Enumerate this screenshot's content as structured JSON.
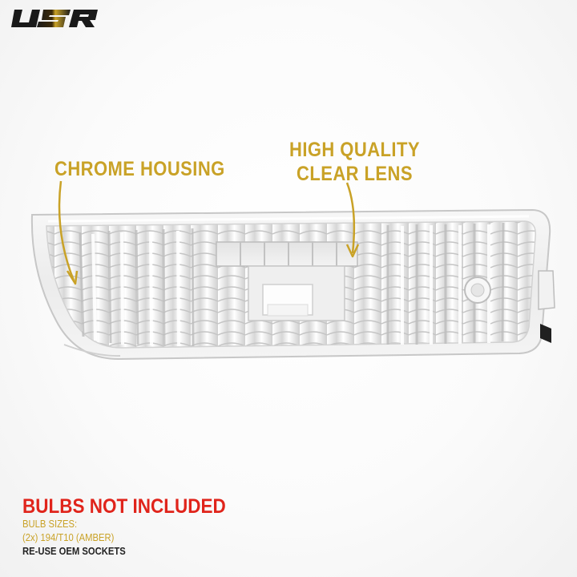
{
  "brand": {
    "logo_text": "USR"
  },
  "colors": {
    "gold": "#c9a227",
    "red": "#e0241b",
    "dark": "#1a1a1a"
  },
  "callouts": {
    "chrome_housing": "CHROME HOUSING",
    "lens_line1": "HIGH QUALITY",
    "lens_line2": "CLEAR LENS"
  },
  "notes": {
    "title": "BULBS NOT INCLUDED",
    "label": "BULB SIZES:",
    "bulb": "(2x) 194/T10 (AMBER)",
    "sockets": "RE-USE OEM SOCKETS"
  }
}
